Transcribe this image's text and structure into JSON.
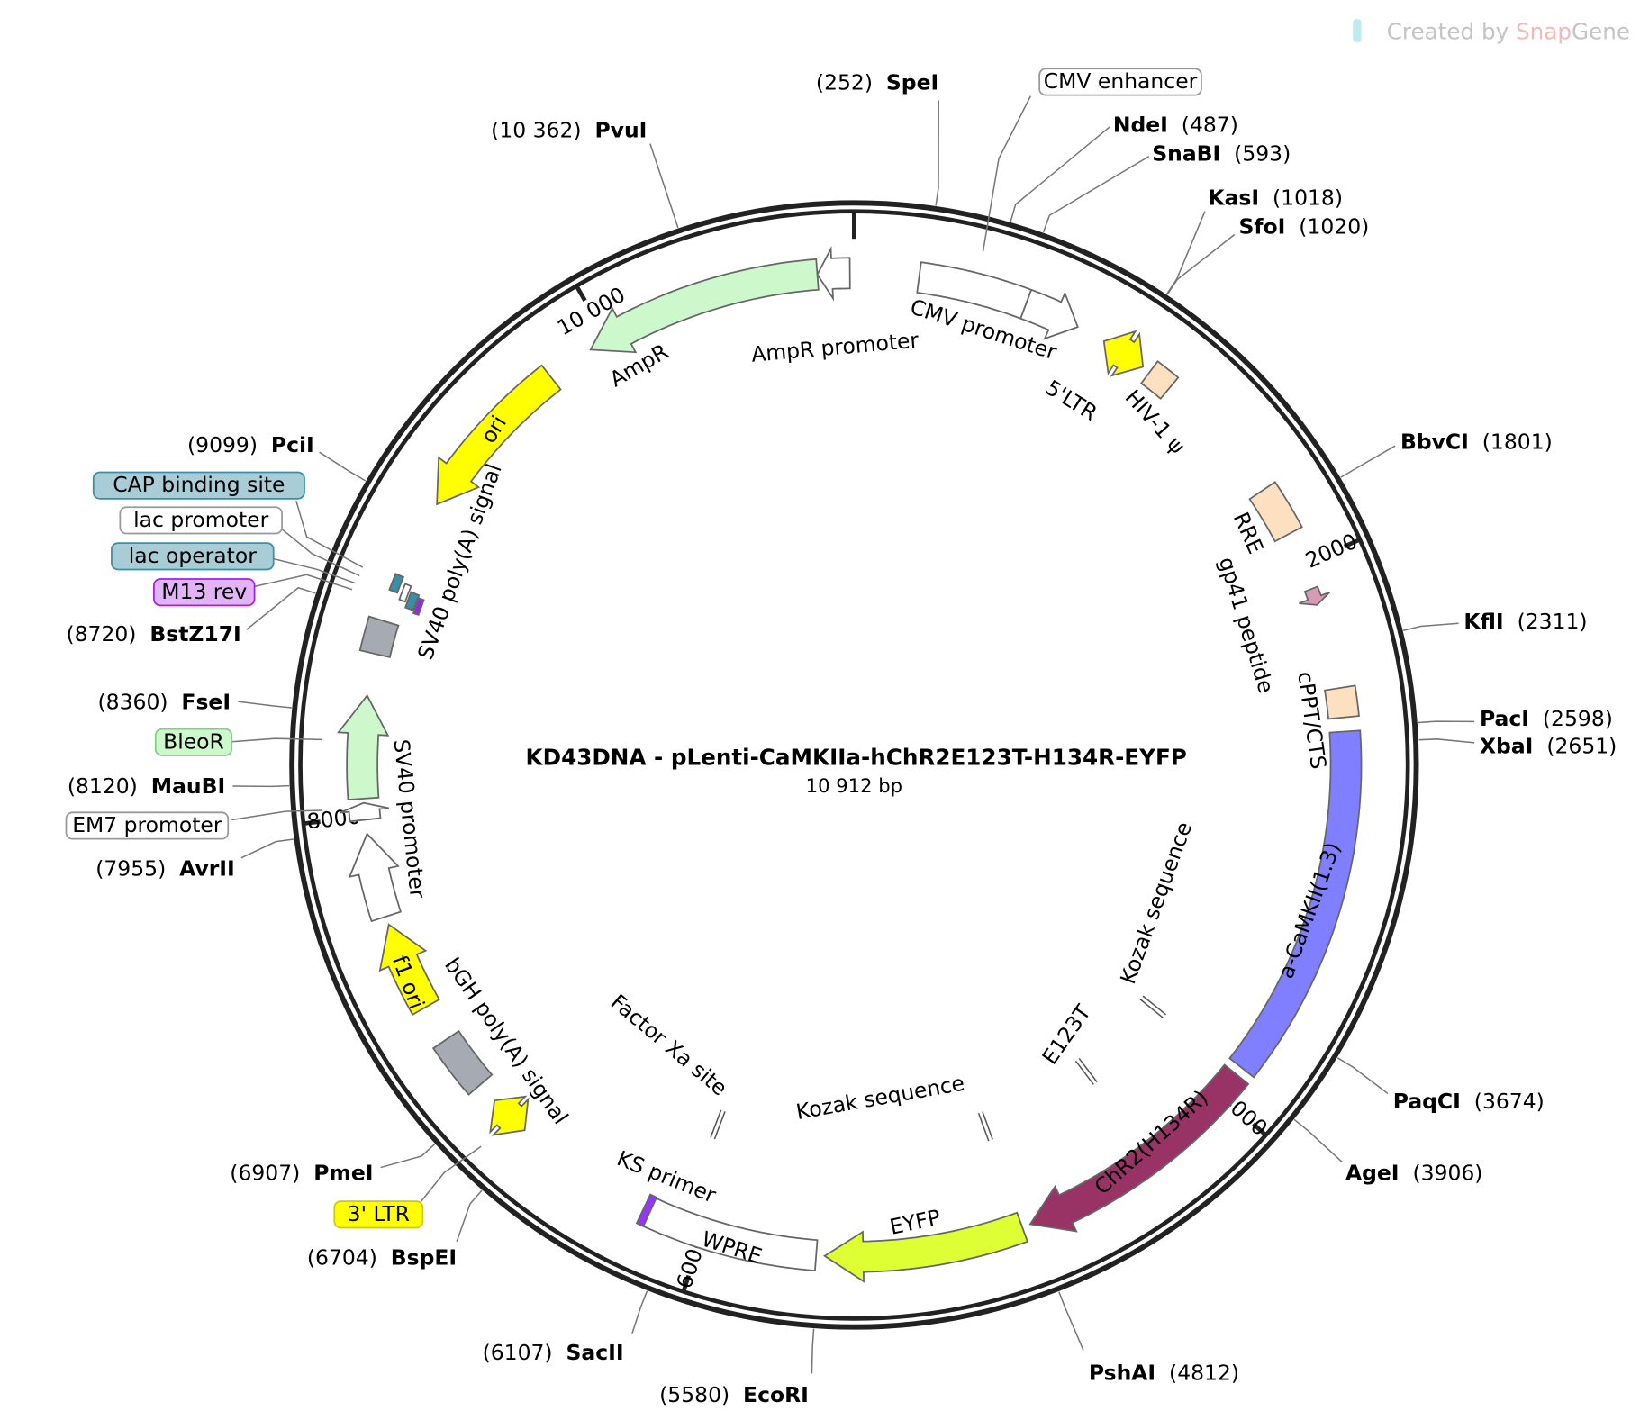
{
  "watermark": {
    "prefix": "Created by",
    "snap": "Snap",
    "gene": "Gene"
  },
  "map": {
    "title": "KD43DNA - pLenti-CaMKIIa-hChR2E123T-H134R-EYFP",
    "length_label": "10 912 bp",
    "length_bp": 10912
  },
  "colors": {
    "ring": "#222222",
    "leader": "#777777"
  },
  "features": [
    {
      "label": "AmpR",
      "start": 9930,
      "end": 10782,
      "dir": "rev",
      "color": "#ccf8cc"
    },
    {
      "label": "AmpR promoter",
      "start": 10782,
      "end": 10897,
      "dir": "rev",
      "color": "#ffffff"
    },
    {
      "label": "ori",
      "start": 9154,
      "end": 9760,
      "dir": "rev",
      "color": "#ffff00"
    },
    {
      "label": "CMV enhancer",
      "start": 230,
      "end": 620,
      "dir": "none",
      "color": "#ffffff"
    },
    {
      "label": "CMV promoter",
      "start": 620,
      "end": 820,
      "dir": "fwd",
      "color": "#ffffff"
    },
    {
      "label": "5'LTR",
      "start": 925,
      "end": 1090,
      "dir": "both",
      "color": "#ffff00"
    },
    {
      "label": "HIV-1 ψ",
      "start": 1120,
      "end": 1210,
      "dir": "none",
      "color": "#fde0c0"
    },
    {
      "label": "RRE",
      "start": 1700,
      "end": 1880,
      "dir": "none",
      "color": "#fde0c0"
    },
    {
      "label": "gp41 peptide",
      "start": 2090,
      "end": 2150,
      "dir": "fwd",
      "color": "#d69bb5"
    },
    {
      "label": "cPPT/CTS",
      "start": 2455,
      "end": 2560,
      "dir": "none",
      "color": "#fde0c0"
    },
    {
      "label": "a-CaMKII(1.3)",
      "start": 2610,
      "end": 3880,
      "dir": "none",
      "color": "#7f7fff"
    },
    {
      "label": "ChR2(H134R)",
      "start": 3910,
      "end": 4820,
      "dir": "fwd",
      "color": "#993366"
    },
    {
      "label": "EYFP",
      "start": 4850,
      "end": 5560,
      "dir": "fwd",
      "color": "#ddff33"
    },
    {
      "label": "WPRE",
      "start": 5590,
      "end": 6215,
      "dir": "none",
      "color": "#ffffff"
    },
    {
      "label": "KS primer",
      "start": 6200,
      "end": 6225,
      "dir": "none",
      "color": "#9933ff"
    },
    {
      "label": "3' LTR",
      "start": 6730,
      "end": 6880,
      "dir": "both",
      "color": "#ffff00"
    },
    {
      "label": "bGH poly(A) signal",
      "start": 6955,
      "end": 7155,
      "dir": "none",
      "color": "#a6abb3"
    },
    {
      "label": "f1 ori",
      "start": 7290,
      "end": 7610,
      "dir": "fwd",
      "color": "#ffff00"
    },
    {
      "label": "SV40 promoter",
      "start": 7640,
      "end": 7940,
      "dir": "fwd",
      "color": "#ffffff"
    },
    {
      "label": "EM7 promoter",
      "start": 7990,
      "end": 8050,
      "dir": "fwd",
      "color": "#ffffff"
    },
    {
      "label": "BleoR",
      "start": 8065,
      "end": 8430,
      "dir": "fwd",
      "color": "#ccf8cc"
    },
    {
      "label": "SV40 poly(A) signal",
      "start": 8580,
      "end": 8700,
      "dir": "none",
      "color": "#a6abb3"
    },
    {
      "label": "M13 rev",
      "start": 8760,
      "end": 8820,
      "dir": "none",
      "color": "#a020f0"
    },
    {
      "label": "lac operator",
      "start": 8770,
      "end": 8830,
      "dir": "none",
      "color": "#3a8ea6"
    },
    {
      "label": "lac promoter",
      "start": 8790,
      "end": 8850,
      "dir": "none",
      "color": "#ffffff"
    },
    {
      "label": "CAP binding site",
      "start": 8810,
      "end": 8870,
      "dir": "none",
      "color": "#3a8ea6"
    }
  ],
  "inner_markers": [
    {
      "label": "Kozak sequence",
      "position": 3910
    },
    {
      "label": "E123T",
      "position": 4330
    },
    {
      "label": "Kozak sequence",
      "position": 4850
    },
    {
      "label": "Factor Xa site",
      "position": 6085
    }
  ],
  "ticks": [
    {
      "label": "2000",
      "position": 2000
    },
    {
      "label": "4000",
      "position": 4000
    },
    {
      "label": "6000",
      "position": 6000
    },
    {
      "label": "8000",
      "position": 8000
    },
    {
      "label": "10 000",
      "position": 10000
    }
  ],
  "enzymes": [
    {
      "name": "SpeI",
      "position": "252"
    },
    {
      "name": "NdeI",
      "position": "487"
    },
    {
      "name": "SnaBI",
      "position": "593"
    },
    {
      "name": "KasI",
      "position": "1018"
    },
    {
      "name": "SfoI",
      "position": "1020"
    },
    {
      "name": "BbvCI",
      "position": "1801"
    },
    {
      "name": "KflI",
      "position": "2311"
    },
    {
      "name": "PacI",
      "position": "2598"
    },
    {
      "name": "XbaI",
      "position": "2651"
    },
    {
      "name": "PaqCI",
      "position": "3674"
    },
    {
      "name": "AgeI",
      "position": "3906"
    },
    {
      "name": "PshAI",
      "position": "4812"
    },
    {
      "name": "EcoRI",
      "position": "5580"
    },
    {
      "name": "SacII",
      "position": "6107"
    },
    {
      "name": "BspEI",
      "position": "6704"
    },
    {
      "name": "PmeI",
      "position": "6907"
    },
    {
      "name": "AvrII",
      "position": "7955"
    },
    {
      "name": "MauBI",
      "position": "8120"
    },
    {
      "name": "FseI",
      "position": "8360"
    },
    {
      "name": "BstZ17I",
      "position": "8720"
    },
    {
      "name": "PciI",
      "position": "9099"
    },
    {
      "name": "PvuI",
      "position": "10 362"
    }
  ]
}
